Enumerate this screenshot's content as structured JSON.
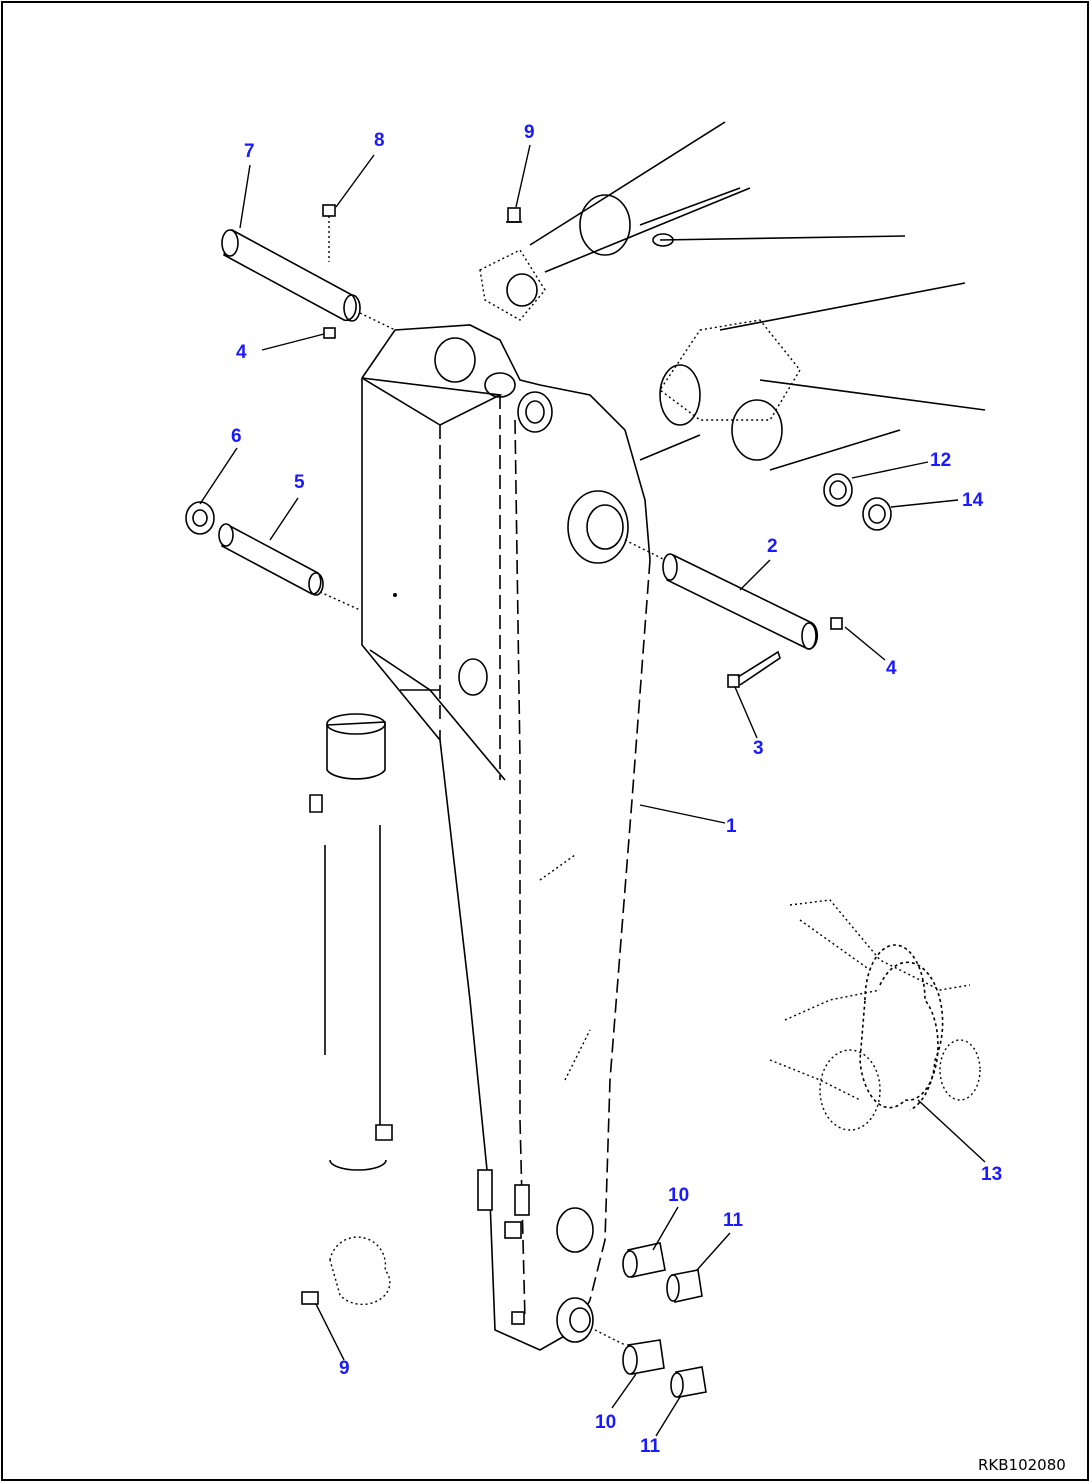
{
  "diagram_code": "RKB102080",
  "callouts": [
    {
      "id": "c1",
      "label": "1"
    },
    {
      "id": "c2",
      "label": "2"
    },
    {
      "id": "c3",
      "label": "3"
    },
    {
      "id": "c4a",
      "label": "4"
    },
    {
      "id": "c4b",
      "label": "4"
    },
    {
      "id": "c5",
      "label": "5"
    },
    {
      "id": "c6",
      "label": "6"
    },
    {
      "id": "c7",
      "label": "7"
    },
    {
      "id": "c8",
      "label": "8"
    },
    {
      "id": "c9a",
      "label": "9"
    },
    {
      "id": "c9b",
      "label": "9"
    },
    {
      "id": "c10a",
      "label": "10"
    },
    {
      "id": "c10b",
      "label": "10"
    },
    {
      "id": "c11a",
      "label": "11"
    },
    {
      "id": "c11b",
      "label": "11"
    },
    {
      "id": "c12",
      "label": "12"
    },
    {
      "id": "c13",
      "label": "13"
    },
    {
      "id": "c14",
      "label": "14"
    }
  ],
  "colors": {
    "callout": "#1a1aff",
    "line": "#000000",
    "background": "#ffffff"
  }
}
